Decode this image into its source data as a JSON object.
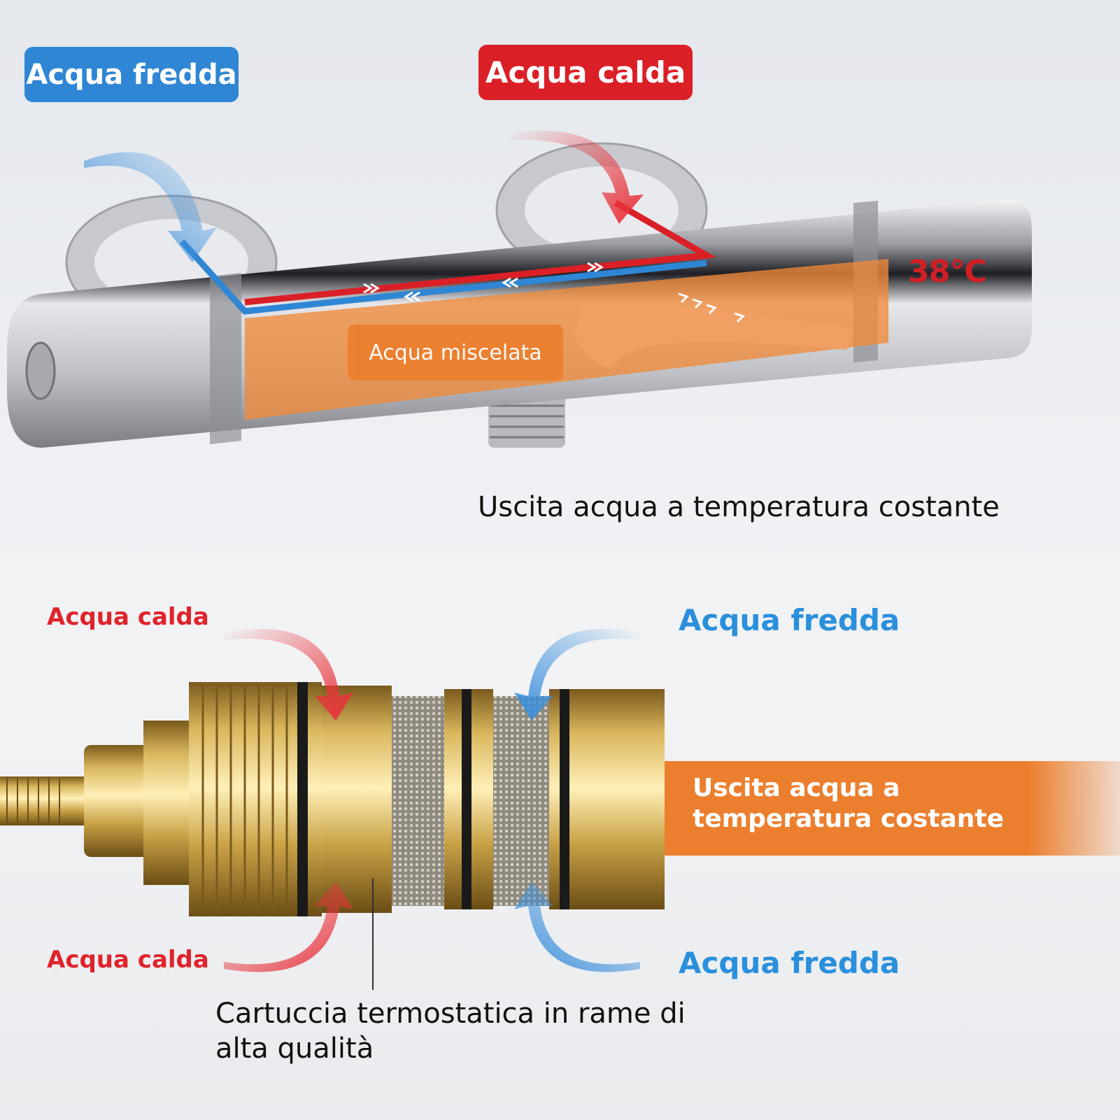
{
  "top_section": {
    "cold_label": "Acqua fredda",
    "hot_label": "Acqua calda",
    "mixed_label": "Acqua miscelata",
    "temperature": "38℃",
    "caption": "Uscita acqua a temperatura costante"
  },
  "bottom_section": {
    "hot_label_top": "Acqua calda",
    "hot_label_bottom": "Acqua calda",
    "cold_label_top": "Acqua fredda",
    "cold_label_bottom": "Acqua fredda",
    "outlet_label": "Uscita acqua a temperatura costante",
    "cartridge_caption": "Cartuccia termostatica in rame di alta qualità"
  },
  "colors": {
    "cold": "#2f86d4",
    "hot": "#db1f26",
    "mixed": "#ec7f2e",
    "brass": "#c9a246"
  }
}
